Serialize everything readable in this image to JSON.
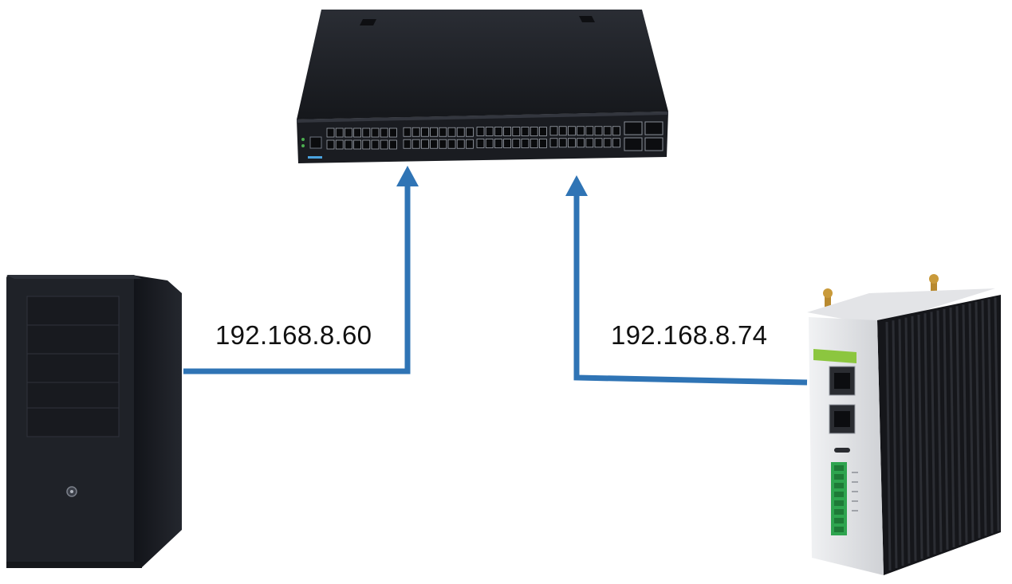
{
  "nodes": {
    "switch": {
      "kind": "network-switch-icon"
    },
    "computer": {
      "kind": "desktop-tower-icon",
      "ip": "192.168.8.60"
    },
    "gateway": {
      "kind": "industrial-gateway-icon",
      "ip": "192.168.8.74"
    }
  },
  "links": [
    {
      "from": "computer",
      "to": "switch"
    },
    {
      "from": "gateway",
      "to": "switch"
    }
  ],
  "colors": {
    "link": "#2f74b5",
    "device_dark": "#1d2026",
    "gateway_body": "#d9dadd",
    "gateway_accent": "#8cc63f",
    "terminal_green": "#2ea44f"
  }
}
